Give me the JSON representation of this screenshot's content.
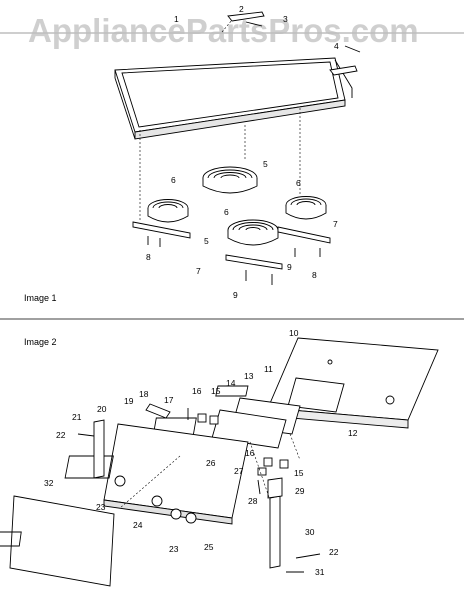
{
  "watermark": "AppliancePartsPros.com",
  "panels": [
    {
      "label": "Image 1"
    },
    {
      "label": "Image 2"
    }
  ],
  "image1_callouts": [
    "1",
    "2",
    "3",
    "4",
    "5",
    "5",
    "6",
    "6",
    "6",
    "7",
    "7",
    "8",
    "8",
    "9",
    "9"
  ],
  "image2_callouts": [
    "10",
    "11",
    "12",
    "13",
    "14",
    "15",
    "15",
    "16",
    "16",
    "17",
    "18",
    "19",
    "20",
    "21",
    "22",
    "22",
    "23",
    "23",
    "24",
    "25",
    "26",
    "27",
    "28",
    "29",
    "30",
    "31",
    "32"
  ]
}
